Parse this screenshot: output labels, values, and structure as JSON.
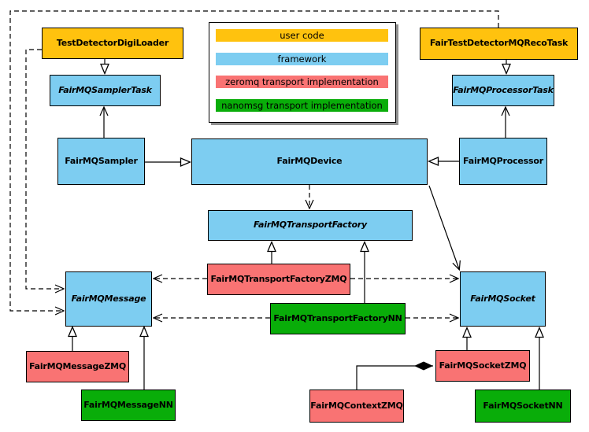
{
  "diagram": {
    "type": "uml-class-diagram",
    "colors": {
      "user_code": "#FFC20E",
      "framework": "#7DCDF1",
      "zeromq_transport": "#F97373",
      "nanomsg_transport": "#09AD09",
      "line": "#000000",
      "background": "#FFFFFF"
    },
    "legend": {
      "items": [
        {
          "label": "user code",
          "color": "#FFC20E",
          "category": "user-code"
        },
        {
          "label": "framework",
          "color": "#7DCDF1",
          "category": "framework"
        },
        {
          "label": "zeromq transport implementation",
          "color": "#F97373",
          "category": "zeromq"
        },
        {
          "label": "nanomsg transport implementation",
          "color": "#09AD09",
          "category": "nanomsg"
        }
      ]
    },
    "nodes": {
      "testDetectorDigiLoader": {
        "label": "TestDetectorDigiLoader",
        "category": "user-code",
        "abstract": false
      },
      "fairTestDetectorMQRecoTask": {
        "label": "FairTestDetectorMQRecoTask",
        "category": "user-code",
        "abstract": false
      },
      "fairMQSamplerTask": {
        "label": "FairMQSamplerTask",
        "category": "framework",
        "abstract": true
      },
      "fairMQProcessorTask": {
        "label": "FairMQProcessorTask",
        "category": "framework",
        "abstract": true
      },
      "fairMQSampler": {
        "label": "FairMQSampler",
        "category": "framework",
        "abstract": false
      },
      "fairMQDevice": {
        "label": "FairMQDevice",
        "category": "framework",
        "abstract": false
      },
      "fairMQProcessor": {
        "label": "FairMQProcessor",
        "category": "framework",
        "abstract": false
      },
      "fairMQTransportFactory": {
        "label": "FairMQTransportFactory",
        "category": "framework",
        "abstract": true
      },
      "fairMQMessage": {
        "label": "FairMQMessage",
        "category": "framework",
        "abstract": true
      },
      "fairMQSocket": {
        "label": "FairMQSocket",
        "category": "framework",
        "abstract": true
      },
      "fairMQTransportFactoryZMQ": {
        "label": "FairMQTransportFactoryZMQ",
        "category": "zeromq",
        "abstract": false
      },
      "fairMQTransportFactoryNN": {
        "label": "FairMQTransportFactoryNN",
        "category": "nanomsg",
        "abstract": false
      },
      "fairMQMessageZMQ": {
        "label": "FairMQMessageZMQ",
        "category": "zeromq",
        "abstract": false
      },
      "fairMQMessageNN": {
        "label": "FairMQMessageNN",
        "category": "nanomsg",
        "abstract": false
      },
      "fairMQSocketZMQ": {
        "label": "FairMQSocketZMQ",
        "category": "zeromq",
        "abstract": false
      },
      "fairMQSocketNN": {
        "label": "FairMQSocketNN",
        "category": "nanomsg",
        "abstract": false
      },
      "fairMQContextZMQ": {
        "label": "FairMQContextZMQ",
        "category": "zeromq",
        "abstract": false
      }
    },
    "edges": [
      {
        "from": "TestDetectorDigiLoader",
        "to": "FairMQSamplerTask",
        "kind": "inheritance"
      },
      {
        "from": "FairTestDetectorMQRecoTask",
        "to": "FairMQProcessorTask",
        "kind": "inheritance"
      },
      {
        "from": "FairMQSampler",
        "to": "FairMQDevice",
        "kind": "inheritance"
      },
      {
        "from": "FairMQProcessor",
        "to": "FairMQDevice",
        "kind": "inheritance"
      },
      {
        "from": "FairMQSampler",
        "to": "FairMQSamplerTask",
        "kind": "association"
      },
      {
        "from": "FairMQProcessor",
        "to": "FairMQProcessorTask",
        "kind": "association"
      },
      {
        "from": "FairMQDevice",
        "to": "FairMQTransportFactory",
        "kind": "dependency"
      },
      {
        "from": "FairMQDevice",
        "to": "FairMQSocket",
        "kind": "association"
      },
      {
        "from": "FairMQTransportFactoryZMQ",
        "to": "FairMQTransportFactory",
        "kind": "inheritance"
      },
      {
        "from": "FairMQTransportFactoryNN",
        "to": "FairMQTransportFactory",
        "kind": "inheritance"
      },
      {
        "from": "FairMQTransportFactoryZMQ",
        "to": "FairMQMessage",
        "kind": "dependency"
      },
      {
        "from": "FairMQTransportFactoryZMQ",
        "to": "FairMQSocket",
        "kind": "dependency"
      },
      {
        "from": "FairMQTransportFactoryNN",
        "to": "FairMQMessage",
        "kind": "dependency"
      },
      {
        "from": "FairMQTransportFactoryNN",
        "to": "FairMQSocket",
        "kind": "dependency"
      },
      {
        "from": "FairMQMessageZMQ",
        "to": "FairMQMessage",
        "kind": "inheritance"
      },
      {
        "from": "FairMQMessageNN",
        "to": "FairMQMessage",
        "kind": "inheritance"
      },
      {
        "from": "FairMQSocketZMQ",
        "to": "FairMQSocket",
        "kind": "inheritance"
      },
      {
        "from": "FairMQSocketNN",
        "to": "FairMQSocket",
        "kind": "inheritance"
      },
      {
        "from": "TestDetectorDigiLoader",
        "to": "FairMQMessage",
        "kind": "dependency"
      },
      {
        "from": "FairTestDetectorMQRecoTask",
        "to": "FairMQMessage",
        "kind": "dependency"
      },
      {
        "from": "FairMQContextZMQ",
        "to": "FairMQSocketZMQ",
        "kind": "composition"
      }
    ]
  }
}
